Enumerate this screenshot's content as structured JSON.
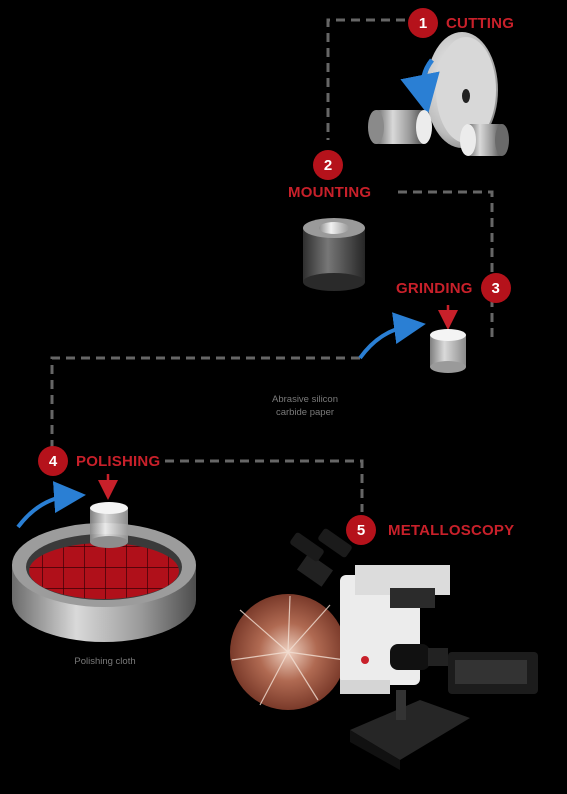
{
  "steps": [
    {
      "number": "1",
      "label": "CUTTING"
    },
    {
      "number": "2",
      "label": "MOUNTING"
    },
    {
      "number": "3",
      "label": "GRINDING"
    },
    {
      "number": "4",
      "label": "POLISHING"
    },
    {
      "number": "5",
      "label": "METALLOSCOPY"
    }
  ],
  "captions": {
    "grinding_line1": "Abrasive silicon",
    "grinding_line2": "carbide paper",
    "polishing": "Polishing cloth"
  },
  "colors": {
    "accent": "#b5121b",
    "label": "#c8202a",
    "arrow": "#2a7fd4",
    "connector": "#666666",
    "cloth": "#b0101a",
    "background": "#000000"
  },
  "icons": {
    "cutting": "cutting-disc-icon",
    "mounting": "mounted-sample-icon",
    "grinding": "specimen-icon",
    "polishing": "polishing-wheel-icon",
    "metalloscopy": "metallurgical-microscope-icon"
  }
}
